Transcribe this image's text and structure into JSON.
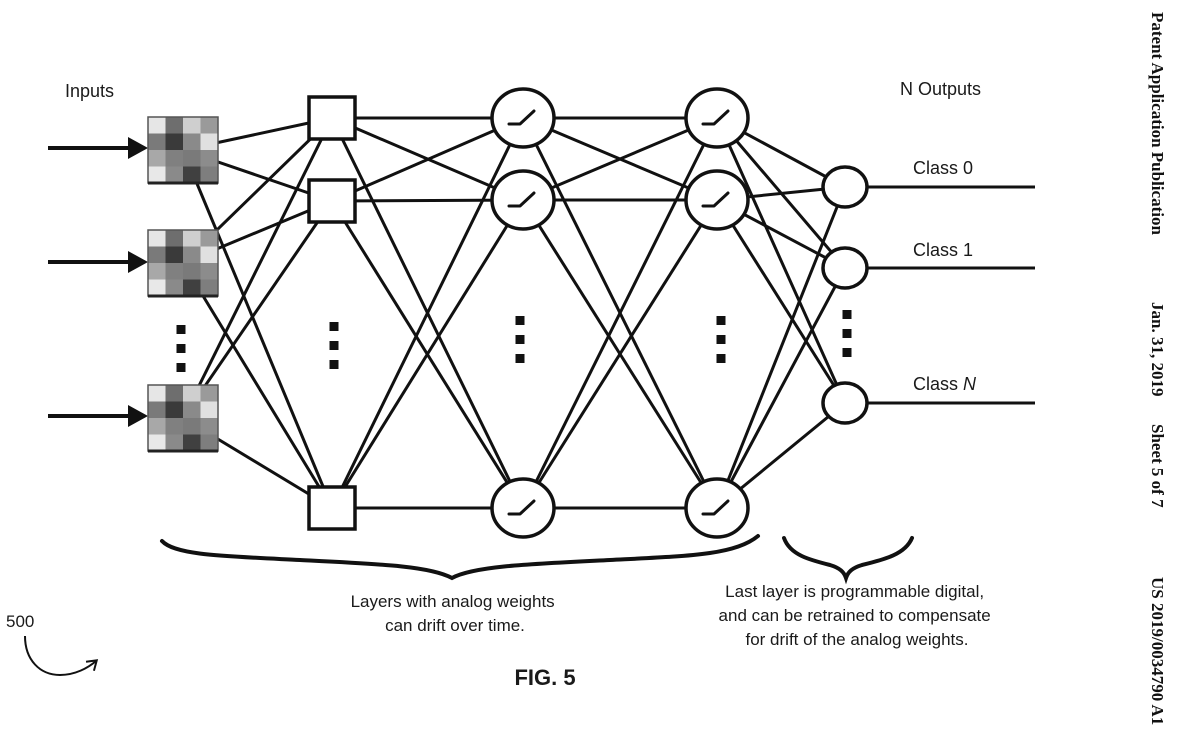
{
  "header": {
    "publication_label": "Patent Application Publication",
    "date": "Jan. 31, 2019",
    "sheet": "Sheet 5 of 7",
    "publication_number": "US 2019/0034790 A1"
  },
  "figure": {
    "caption": "FIG. 5",
    "reference_numeral": "500",
    "inputs_label": "Inputs",
    "outputs_label": "N Outputs",
    "output_classes": [
      {
        "prefix": "Class ",
        "index": "0",
        "italic": false
      },
      {
        "prefix": "Class ",
        "index": "1",
        "italic": false
      },
      {
        "prefix": "Class ",
        "index": "N",
        "italic": true
      }
    ],
    "layers": [
      {
        "name": "input-images",
        "node_shape": "pixel-grid-image",
        "visible_nodes": 3,
        "ellipsis": true
      },
      {
        "name": "hidden-layer-1",
        "node_shape": "square",
        "visible_nodes": 3,
        "ellipsis": true,
        "weights": "analog"
      },
      {
        "name": "hidden-layer-2",
        "node_shape": "circle-with-activation",
        "visible_nodes": 3,
        "ellipsis": true,
        "weights": "analog"
      },
      {
        "name": "hidden-layer-3",
        "node_shape": "circle-with-activation",
        "visible_nodes": 3,
        "ellipsis": true,
        "weights": "analog"
      },
      {
        "name": "output-layer",
        "node_shape": "circle",
        "visible_nodes": 3,
        "ellipsis": true,
        "weights": "digital"
      }
    ],
    "annotations": {
      "analog_brace": [
        "Layers with analog weights",
        "can drift over time."
      ],
      "digital_brace": [
        "Last layer is programmable digital,",
        "and can be retrained to compensate",
        "for drift of the analog weights."
      ]
    }
  }
}
